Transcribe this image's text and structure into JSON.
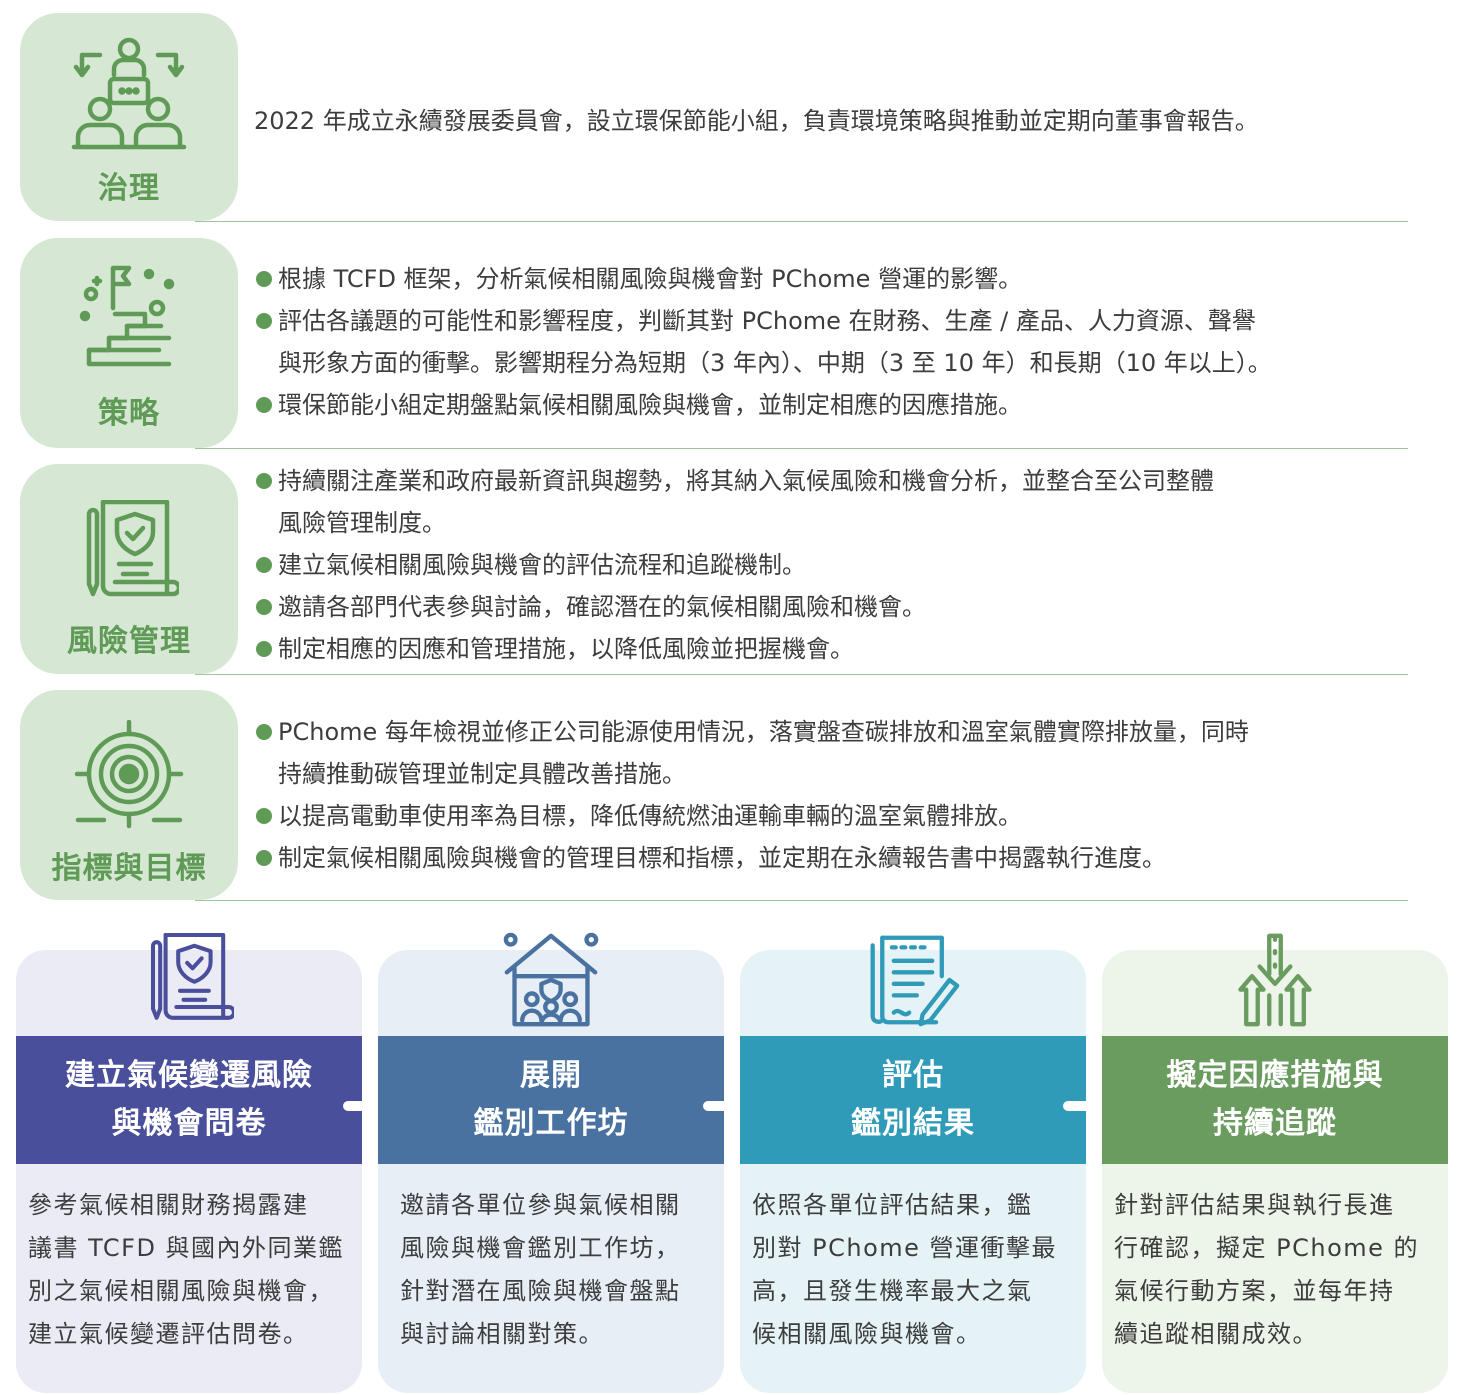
{
  "sections": [
    {
      "label": "治理",
      "icon": "governance-team-icon",
      "lines": [
        "2022 年成立永續發展委員會，設立環保節能小組，負責環境策略與推動並定期向董事會報告。"
      ]
    },
    {
      "label": "策略",
      "icon": "stairs-flag-icon",
      "bullets": [
        [
          "根據 TCFD 框架，分析氣候相關風險與機會對 PChome 營運的影響。"
        ],
        [
          "評估各議題的可能性和影響程度，判斷其對 PChome 在財務、生產 / 產品、人力資源、聲譽",
          "與形象方面的衝擊。影響期程分為短期（3 年內）、中期（3 至 10 年）和長期（10 年以上）。"
        ],
        [
          "環保節能小組定期盤點氣候相關風險與機會，並制定相應的因應措施。"
        ]
      ]
    },
    {
      "label": "風險管理",
      "icon": "shield-document-icon",
      "bullets": [
        [
          "持續關注產業和政府最新資訊與趨勢，將其納入氣候風險和機會分析，並整合至公司整體",
          "風險管理制度。"
        ],
        [
          "建立氣候相關風險與機會的評估流程和追蹤機制。"
        ],
        [
          "邀請各部門代表參與討論，確認潛在的氣候相關風險和機會。"
        ],
        [
          "制定相應的因應和管理措施，以降低風險並把握機會。"
        ]
      ]
    },
    {
      "label": "指標與目標",
      "icon": "target-icon",
      "bullets": [
        [
          "PChome 每年檢視並修正公司能源使用情況，落實盤查碳排放和溫室氣體實際排放量，同時",
          "持續推動碳管理並制定具體改善措施。"
        ],
        [
          "以提高電動車使用率為目標，降低傳統燃油運輸車輛的溫室氣體排放。"
        ],
        [
          "制定氣候相關風險與機會的管理目標和指標，並定期在永續報告書中揭露執行進度。"
        ]
      ]
    }
  ],
  "steps": [
    {
      "title": [
        "建立氣候變遷風險",
        "與機會問卷"
      ],
      "desc": [
        "參考氣候相關財務揭露建",
        "議書 TCFD 與國內外同業鑑",
        "別之氣候相關風險與機會，",
        "建立氣候變遷評估問卷。"
      ],
      "icon": "shield-document-icon",
      "color": "#4a4f9c",
      "bg": "#eaebf5"
    },
    {
      "title": [
        "展開",
        "鑑別工作坊"
      ],
      "desc": [
        "邀請各單位參與氣候相關",
        "風險與機會鑑別工作坊，",
        "針對潛在風險與機會盤點",
        "與討論相關對策。"
      ],
      "icon": "workshop-house-icon",
      "color": "#4a72a0",
      "bg": "#e7eef6"
    },
    {
      "title": [
        "評估",
        "鑑別結果"
      ],
      "desc": [
        "依照各單位評估結果，鑑",
        "別對 PChome 營運衝擊最",
        "高，且發生機率最大之氣",
        "候相關風險與機會。"
      ],
      "icon": "report-pen-icon",
      "color": "#2f9bb8",
      "bg": "#e5f3f6"
    },
    {
      "title": [
        "擬定因應措施與",
        "持續追蹤"
      ],
      "desc": [
        "針對評估結果與執行長進",
        "行確認，擬定 PChome 的",
        "氣候行動方案，並每年持",
        "續追蹤相關成效。"
      ],
      "icon": "arrows-up-down-icon",
      "color": "#6a9b5f",
      "bg": "#edf4ea"
    }
  ],
  "colors": {
    "green": "#5f9a57",
    "tile": "#d6e8d3",
    "rule": "#9cc798"
  }
}
